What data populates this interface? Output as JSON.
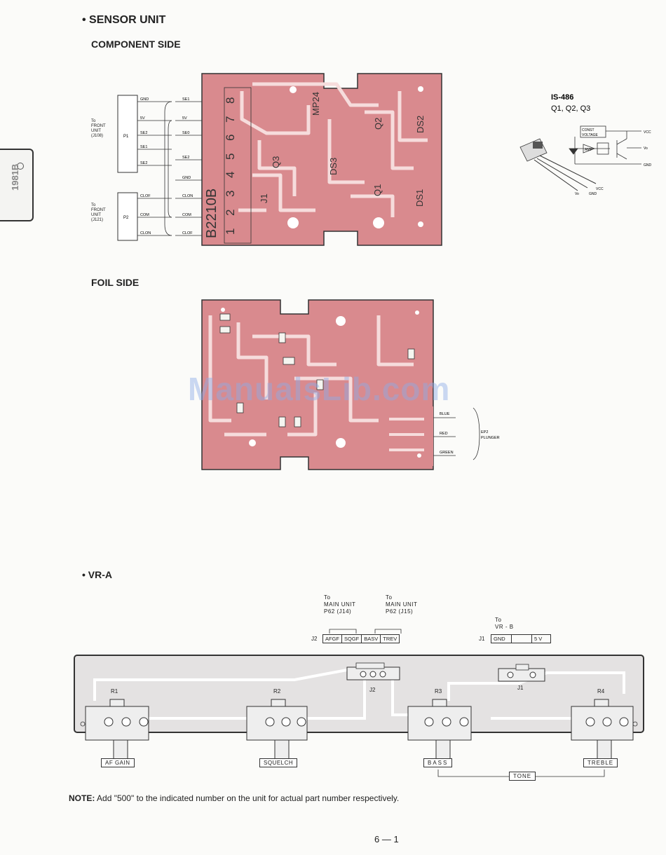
{
  "sensor": {
    "title": "• SENSOR UNIT",
    "component_side": "COMPONENT SIDE",
    "foil_side": "FOIL SIDE",
    "board_code": "B2210B",
    "pin_numbers": [
      "8",
      "7",
      "6",
      "5",
      "4",
      "3",
      "2",
      "1"
    ],
    "refs": {
      "mp24": "MP24",
      "q2": "Q2",
      "ds2": "DS2",
      "q3": "Q3",
      "ds3": "DS3",
      "q1": "Q1",
      "ds1": "DS1",
      "j1": "J1"
    },
    "p1_label": "P1",
    "p2_label": "P2",
    "p1_dest": [
      "To",
      "FRONT",
      "UNIT",
      "(J108)"
    ],
    "p2_dest": [
      "To",
      "FRONT",
      "UNIT",
      "(J121)"
    ],
    "p1_pins": [
      "GND",
      "5V",
      "SE2",
      "SE1",
      "SE2"
    ],
    "p2_pins": [
      "CLOF",
      "COM",
      "CLON"
    ],
    "right_pins": [
      "SE1",
      "5V",
      "SE0",
      "SE2",
      "GND",
      "CLON",
      "COM",
      "CLOF"
    ],
    "ic_title": "IS-486",
    "ic_sub": "Q1, Q2, Q3",
    "ic_labels": {
      "const1": "CONST",
      "const2": "VOLTAGE",
      "amp": "AMP",
      "vcc": "VCC",
      "vo": "Vo",
      "gnd": "GND",
      "bot_vcc": "VCC",
      "bot_vo": "Vo",
      "bot_gnd": "GND"
    },
    "plunger_wires": [
      "BLUE",
      "RED",
      "GREEN"
    ],
    "plunger_label": [
      "EP2",
      "PLUNGER"
    ]
  },
  "tab": {
    "text": "1981B"
  },
  "watermark": "ManualsLib.com",
  "vra": {
    "title": "• VR-A",
    "to_main1": [
      "To",
      "MAIN UNIT",
      "P62 (J14)"
    ],
    "to_main2": [
      "To",
      "MAIN UNIT",
      "P62 (J15)"
    ],
    "j2_label": "J2",
    "j2_cells": [
      "AFGF",
      "SQGF",
      "BASV",
      "TREV"
    ],
    "to_vrb": [
      "To",
      "VR - B"
    ],
    "j1_label": "J1",
    "j1_cells": [
      "GND",
      "",
      "5 V"
    ],
    "refs": [
      "R1",
      "R2",
      "J2",
      "R3",
      "J1",
      "R4"
    ],
    "controls": [
      "AF GAIN",
      "SQUELCH",
      "BASS",
      "TREBLE"
    ],
    "tone": "TONE"
  },
  "note": {
    "label": "NOTE:",
    "text": " Add \"500\" to the indicated number on the unit for actual part number respectively."
  },
  "page_number": "6 — 1"
}
